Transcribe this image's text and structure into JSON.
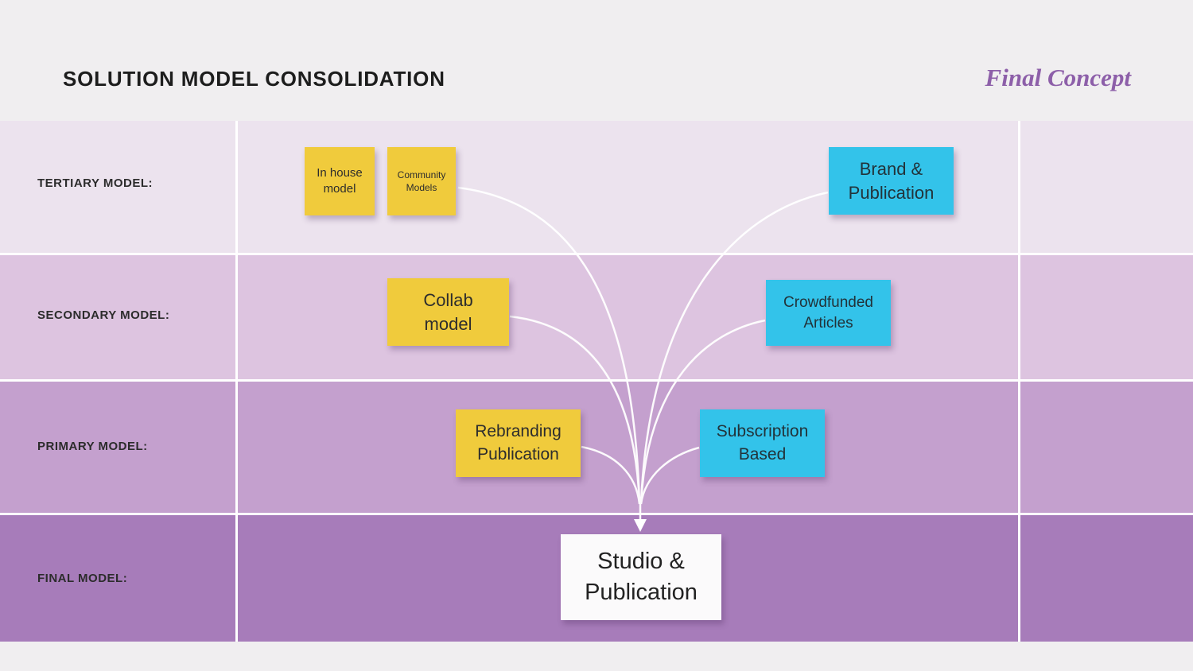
{
  "header": {
    "title": "SOLUTION MODEL CONSOLIDATION",
    "badge": "Final Concept"
  },
  "rows": [
    {
      "label": "TERTIARY MODEL:"
    },
    {
      "label": "SECONDARY MODEL:"
    },
    {
      "label": "PRIMARY MODEL:"
    },
    {
      "label": "FINAL MODEL:"
    }
  ],
  "notes": [
    {
      "id": "in-house-model",
      "text": "In house\nmodel",
      "color": "#f0cb3c"
    },
    {
      "id": "community-models",
      "text": "Community\nModels",
      "color": "#f0cb3c"
    },
    {
      "id": "brand-publication",
      "text": "Brand &\nPublication",
      "color": "#33c3ea"
    },
    {
      "id": "collab-model",
      "text": "Collab\nmodel",
      "color": "#f0cb3c"
    },
    {
      "id": "crowdfunded-articles",
      "text": "Crowdfunded\nArticles",
      "color": "#33c3ea"
    },
    {
      "id": "rebranding-publication",
      "text": "Rebranding\nPublication",
      "color": "#f0cb3c"
    },
    {
      "id": "subscription-based",
      "text": "Subscription\nBased",
      "color": "#33c3ea"
    },
    {
      "id": "studio-publication",
      "text": "Studio &\nPublication",
      "color": "#fbfafb"
    }
  ],
  "colors": {
    "band_tertiary": "#ece3ee",
    "band_secondary": "#ddc4e0",
    "band_primary": "#c4a0ce",
    "band_final": "#a77cba",
    "accent_purple": "#8d5fa9",
    "connector": "#ffffff"
  }
}
